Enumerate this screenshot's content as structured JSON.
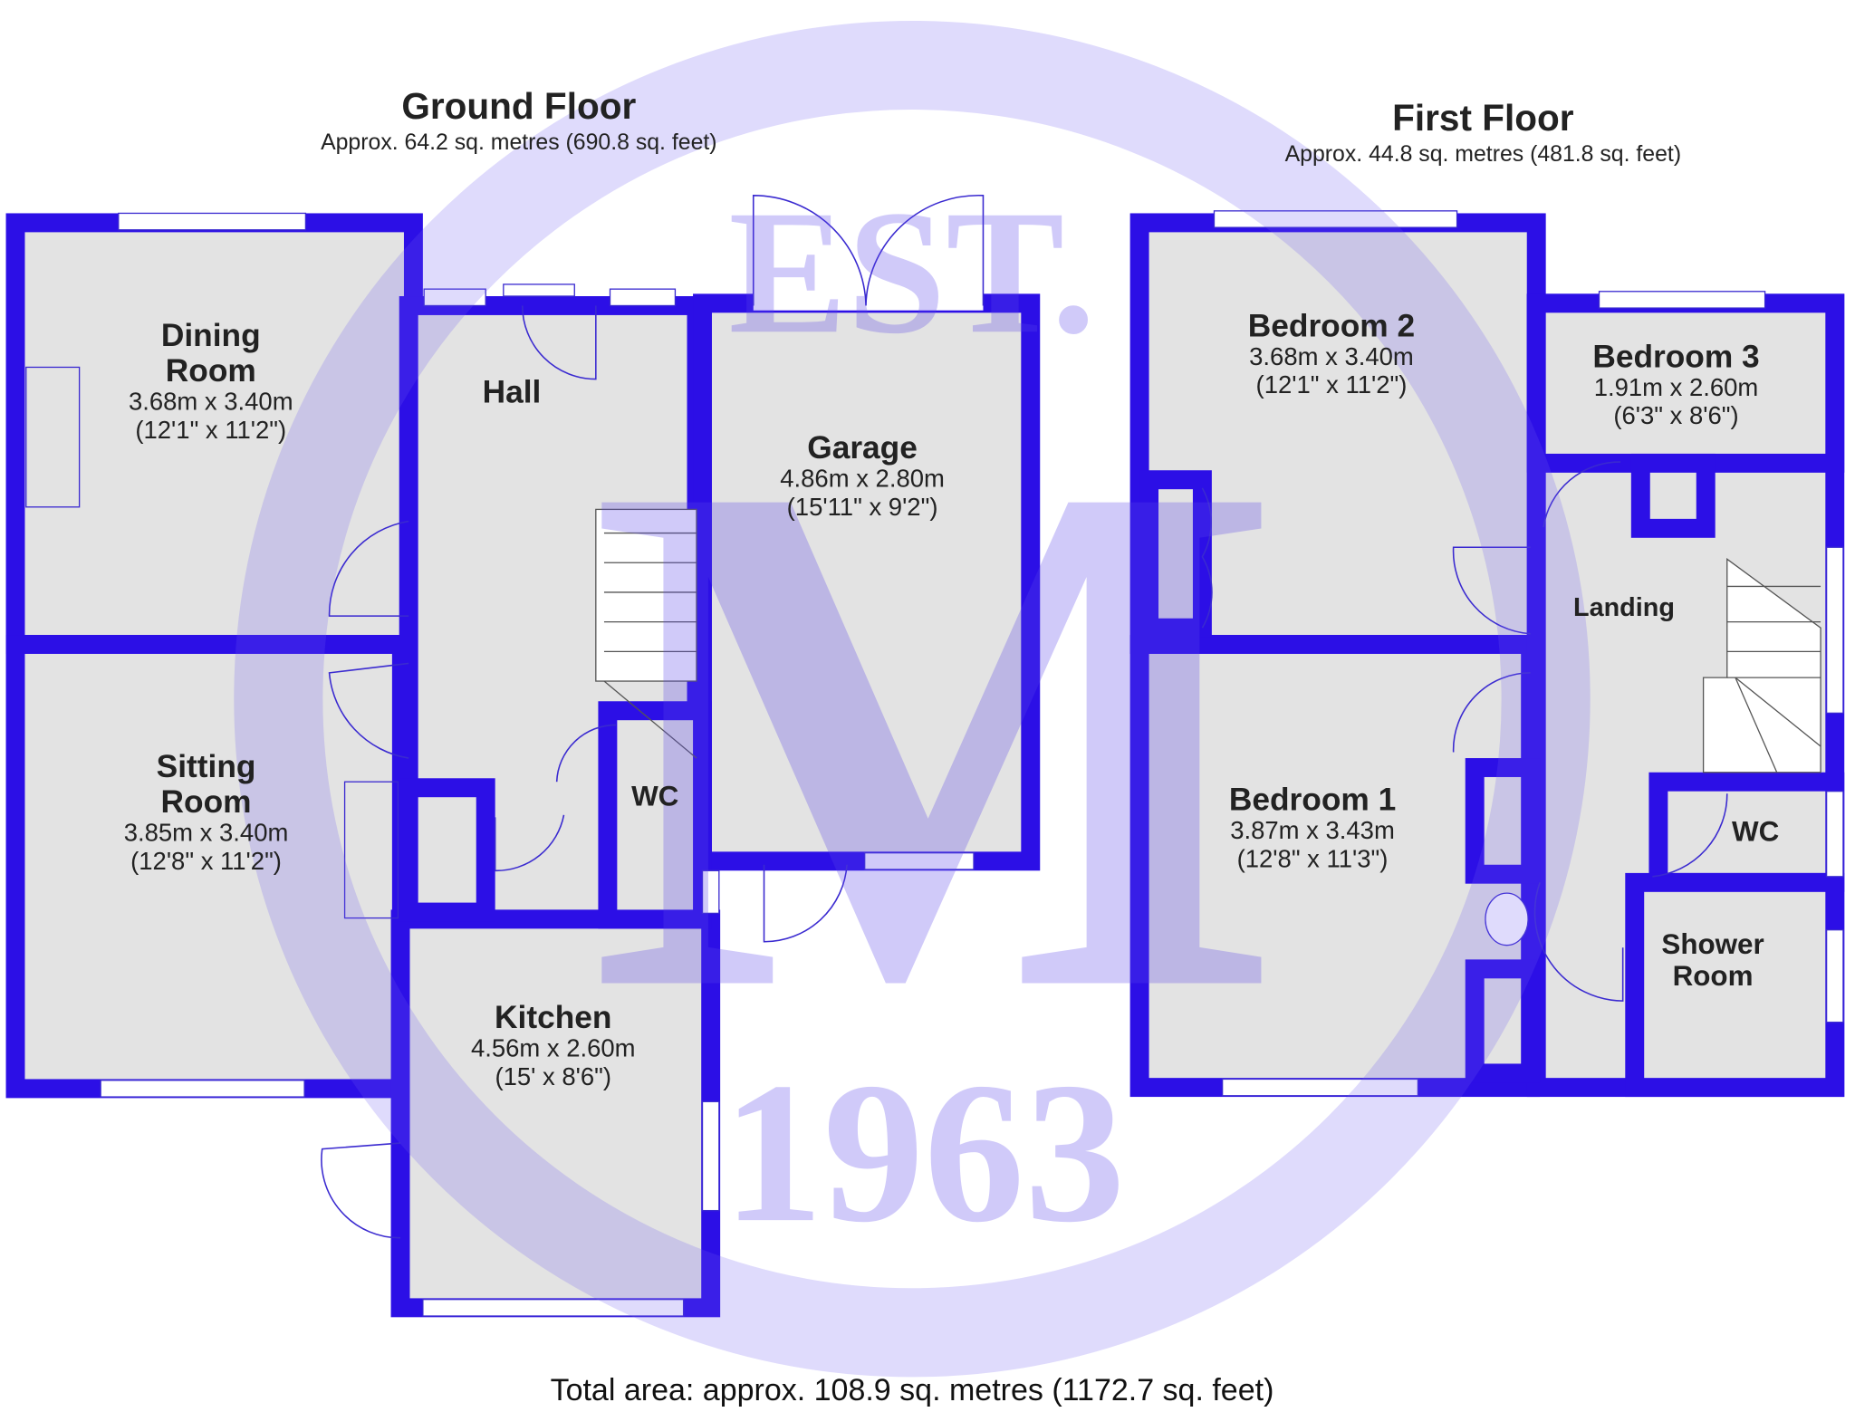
{
  "ground_floor": {
    "title": "Ground Floor",
    "area": "Approx. 64.2 sq. metres (690.8 sq. feet)",
    "rooms": [
      {
        "name": "Dining",
        "name2": "Room",
        "dim_m": "3.68m x 3.40m",
        "dim_ft": "(12'1\" x 11'2\")"
      },
      {
        "name": "Sitting",
        "name2": "Room",
        "dim_m": "3.85m x 3.40m",
        "dim_ft": "(12'8\" x 11'2\")"
      },
      {
        "name": "Hall"
      },
      {
        "name": "Garage",
        "dim_m": "4.86m x 2.80m",
        "dim_ft": "(15'11\" x 9'2\")"
      },
      {
        "name": "WC"
      },
      {
        "name": "Kitchen",
        "dim_m": "4.56m x 2.60m",
        "dim_ft": "(15' x 8'6\")"
      }
    ]
  },
  "first_floor": {
    "title": "First Floor",
    "area": "Approx. 44.8 sq. metres (481.8 sq. feet)",
    "rooms": [
      {
        "name": "Bedroom 2",
        "dim_m": "3.68m x 3.40m",
        "dim_ft": "(12'1\" x 11'2\")"
      },
      {
        "name": "Bedroom 3",
        "dim_m": "1.91m x 2.60m",
        "dim_ft": "(6'3\" x 8'6\")"
      },
      {
        "name": "Landing"
      },
      {
        "name": "Bedroom 1",
        "dim_m": "3.87m x 3.43m",
        "dim_ft": "(12'8\" x 11'3\")"
      },
      {
        "name": "WC"
      },
      {
        "name": "Shower",
        "name2": "Room"
      }
    ]
  },
  "total_area": "Total area: approx. 108.9 sq. metres (1172.7 sq. feet)",
  "watermark": {
    "top": "EST.",
    "letter": "M",
    "year": "1963"
  },
  "colors": {
    "wall": "#2c0fe6",
    "floor": "#e3e3e3",
    "watermark": "#6f5cf0"
  }
}
